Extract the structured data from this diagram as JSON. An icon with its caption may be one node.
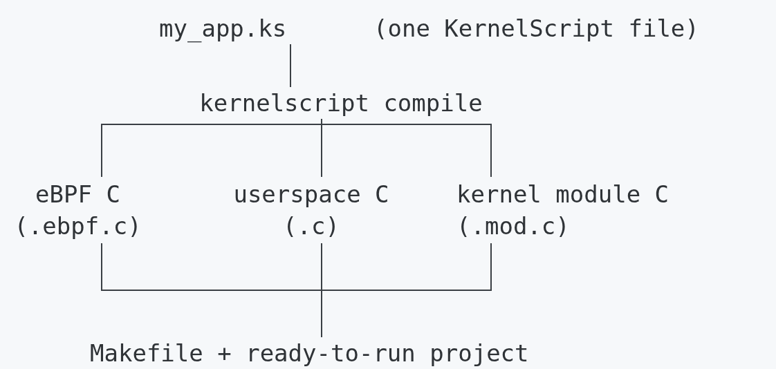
{
  "diagram": {
    "nodes": [
      {
        "text": [
          "my_app.ks"
        ]
      },
      {
        "text": [
          "kernelscript compile"
        ]
      },
      {
        "text": [
          "eBPF C",
          "(.ebpf.c)"
        ]
      },
      {
        "text": [
          "userspace C",
          "(.c)"
        ]
      },
      {
        "text": [
          "kernel module C",
          "(.mod.c)"
        ]
      },
      {
        "text": [
          "Makefile + ready-to-run project"
        ]
      }
    ],
    "edges": [
      {
        "from": 0,
        "to": 1,
        "arrow": "none"
      },
      {
        "from": 1,
        "to": 2,
        "arrow": "none"
      },
      {
        "from": 1,
        "to": 3,
        "arrow": "none"
      },
      {
        "from": 1,
        "to": 4,
        "arrow": "none"
      },
      {
        "from": 2,
        "to": 5,
        "arrow": "none"
      },
      {
        "from": 3,
        "to": 5,
        "arrow": "none"
      },
      {
        "from": 4,
        "to": 5,
        "arrow": "none"
      }
    ],
    "labels": [
      "(one KernelScript file)"
    ]
  }
}
